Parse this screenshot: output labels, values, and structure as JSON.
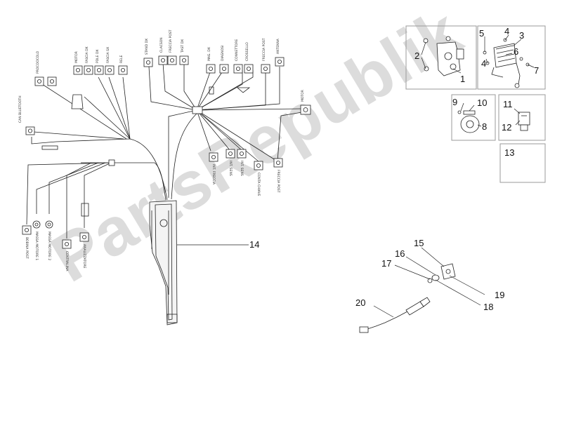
{
  "watermark": "PartsRepublik",
  "callouts": [
    "1",
    "2",
    "3",
    "4",
    "4",
    "5",
    "6",
    "7",
    "8",
    "9",
    "10",
    "11",
    "12",
    "13",
    "14",
    "15",
    "16",
    "17",
    "18",
    "19",
    "20"
  ],
  "connector_labels": {
    "left_column": [
      "CAN BLUETOOTH",
      "PROCOOCOLO",
      "MOTOR",
      "FASCIA DX",
      "PDLE DX",
      "FASCIA SX",
      "RELE"
    ],
    "top_middle": [
      "STAND DX",
      "CLACSON",
      "FRECCIA POST",
      "TAST DX",
      "MAG. DX"
    ],
    "right_top": [
      "DIAGNOSI",
      "CONNETTORE",
      "CROSSELLO",
      "FRECCIA POST",
      "MOTOR",
      "ANTENNA"
    ],
    "bottom_middle": [
      "INT. FRECCIA",
      "INT. SENS",
      "INT. SENS",
      "CONTA CHIAVE",
      "FRECCIA POST"
    ],
    "bottom_left": [
      "BOBINA POST",
      "MASSA MOTORE 1",
      "MASSA MOTORE 2",
      "CENTRALINA",
      "ANALIZZATORE"
    ]
  }
}
